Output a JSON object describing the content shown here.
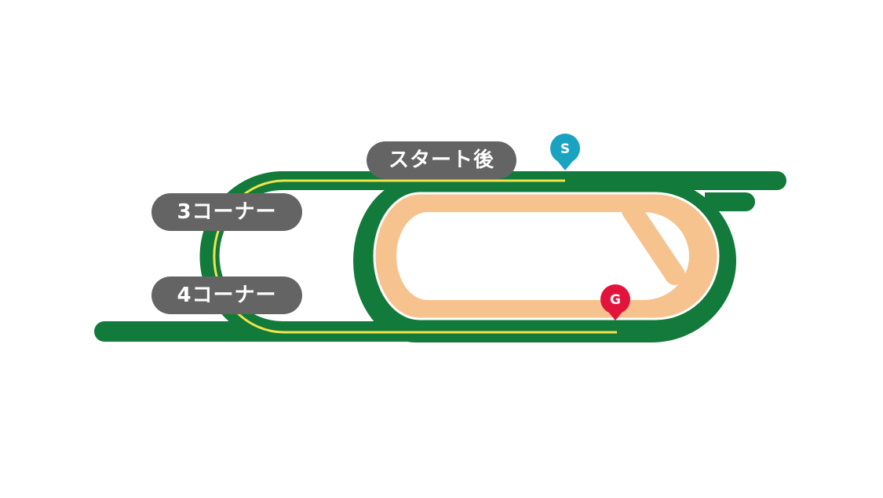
{
  "labels": {
    "start_after": "スタート後",
    "corner3": "3コーナー",
    "corner4": "4コーナー"
  },
  "markers": {
    "start": "S",
    "goal": "G"
  },
  "colors": {
    "turf": "#127a3a",
    "dirt": "#f6c28d",
    "rail": "#f1e34a",
    "label_bg": "#646464",
    "start_marker": "#1aa3c1",
    "goal_marker": "#e3143c",
    "background": "#ffffff"
  }
}
